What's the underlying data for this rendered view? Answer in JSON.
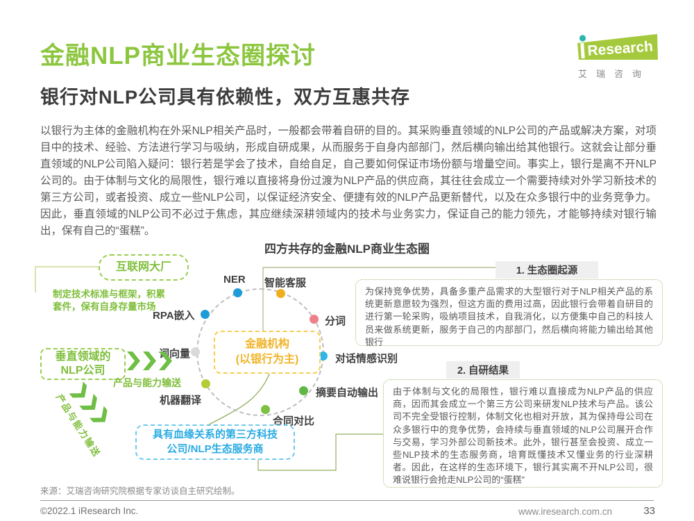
{
  "header": {
    "title": "金融NLP商业生态圈探讨",
    "subtitle": "银行对NLP公司具有依赖性，双方互惠共存",
    "logo": {
      "brand": "iResearch",
      "brand_cn": "艾瑞咨询"
    }
  },
  "intro_paragraph": "以银行为主体的金融机构在外采NLP相关产品时，一般都会带着自研的目的。其采购垂直领域的NLP公司的产品或解决方案，对项目中的技术、经验、方法进行学习与吸纳，形成自研成果，从而服务于自身内部部门，然后横向输出给其他银行。这就会让部分垂直领域的NLP公司陷入疑问：银行若是学会了技术，自给自足，自己要如何保证市场份额与增量空间。事实上，银行是离不开NLP公司的。由于体制与文化的局限性，银行难以直接将身份过渡为NLP产品的供应商，其往往会成立一个需要持续对外学习新技术的第三方公司，或者投资、成立一些NLP公司，以保证经济安全、便捷有效的NLP产品更新替代，以及在众多银行中的业务竞争力。因此，垂直领域的NLP公司不必过于焦虑，其应继续深耕领域内的技术与业务实力，保证自己的能力领先，才能够持续对银行输出，保有自己的“蛋糕”。",
  "diagram": {
    "title": "四方共存的金融NLP商业生态圈",
    "center": {
      "line1": "金融机构",
      "line2": "(以银行为主)"
    },
    "nodes": [
      {
        "label": "NER",
        "color": "#1E9CD7"
      },
      {
        "label": "智能客服",
        "color": "#F0AD1E"
      },
      {
        "label": "分词",
        "color": "#EE8089"
      },
      {
        "label": "对话情感识别",
        "color": "#2EB6EA"
      },
      {
        "label": "摘要自动输出",
        "color": "#61B746"
      },
      {
        "label": "合同对比",
        "color": "#7CC142"
      },
      {
        "label": "机器翻译",
        "color": "#B4CC35"
      },
      {
        "label": "词向量",
        "color": "#D9D9D9"
      },
      {
        "label": "RPA嵌入",
        "color": "#1E9CD7"
      }
    ],
    "internet_giants": {
      "label": "互联网大厂",
      "desc_line1": "制定技术标准与框架，积累",
      "desc_line2": "套件，保有自身存量市场"
    },
    "vertical_nlp": {
      "line1": "垂直领域的",
      "line2": "NLP公司"
    },
    "transfer_horizontal": "产品与能力输送",
    "transfer_diagonal": "产品与能力输送",
    "third_party": {
      "line1": "具有血缘关系的第三方科技",
      "line2": "公司/NLP生态服务商"
    },
    "callout1": {
      "header": "1. 生态圈起源",
      "body": "为保持竞争优势，具备多重产品需求的大型银行对于NLP相关产品的系统更新意愿较为强烈，但这方面的费用过高，因此银行会带着自研目的进行第一轮采购，吸纳项目技术，自我消化，以方便集中自己的科技人员来做系统更新，服务于自己的内部部门，然后横向将能力输出给其他银行"
    },
    "callout2": {
      "header": "2. 自研结果",
      "body": "由于体制与文化的局限性，银行难以直接成为NLP产品的供应商，因而其会成立一个第三方公司来研发NLP技术与产品。该公司不完全受银行控制，体制文化也相对开放，其为保持母公司在众多银行中的竞争优势，会持续与垂直领域的NLP公司展开合作与交易，学习外部公司新技术。此外，银行甚至会投资、成立一些NLP技术的生态服务商，培育既懂技术又懂业务的行业深耕者。因此，在这样的生态环境下，银行其实离不开NLP公司，很难说银行会抢走NLP公司的“蛋糕”"
    }
  },
  "source_note": "来源：艾瑞咨询研究院根据专家访谈自主研究绘制。",
  "footer": {
    "copyright": "©2022.1 iResearch Inc.",
    "website": "www.iresearch.com.cn",
    "page_number": "33"
  },
  "colors": {
    "brand_green": "#8CC63F",
    "logo_green": "#A5C93D",
    "logo_dot_teal": "#2BB5AE",
    "accent_yellow": "#F0B429",
    "accent_cyan": "#29ABE2"
  }
}
